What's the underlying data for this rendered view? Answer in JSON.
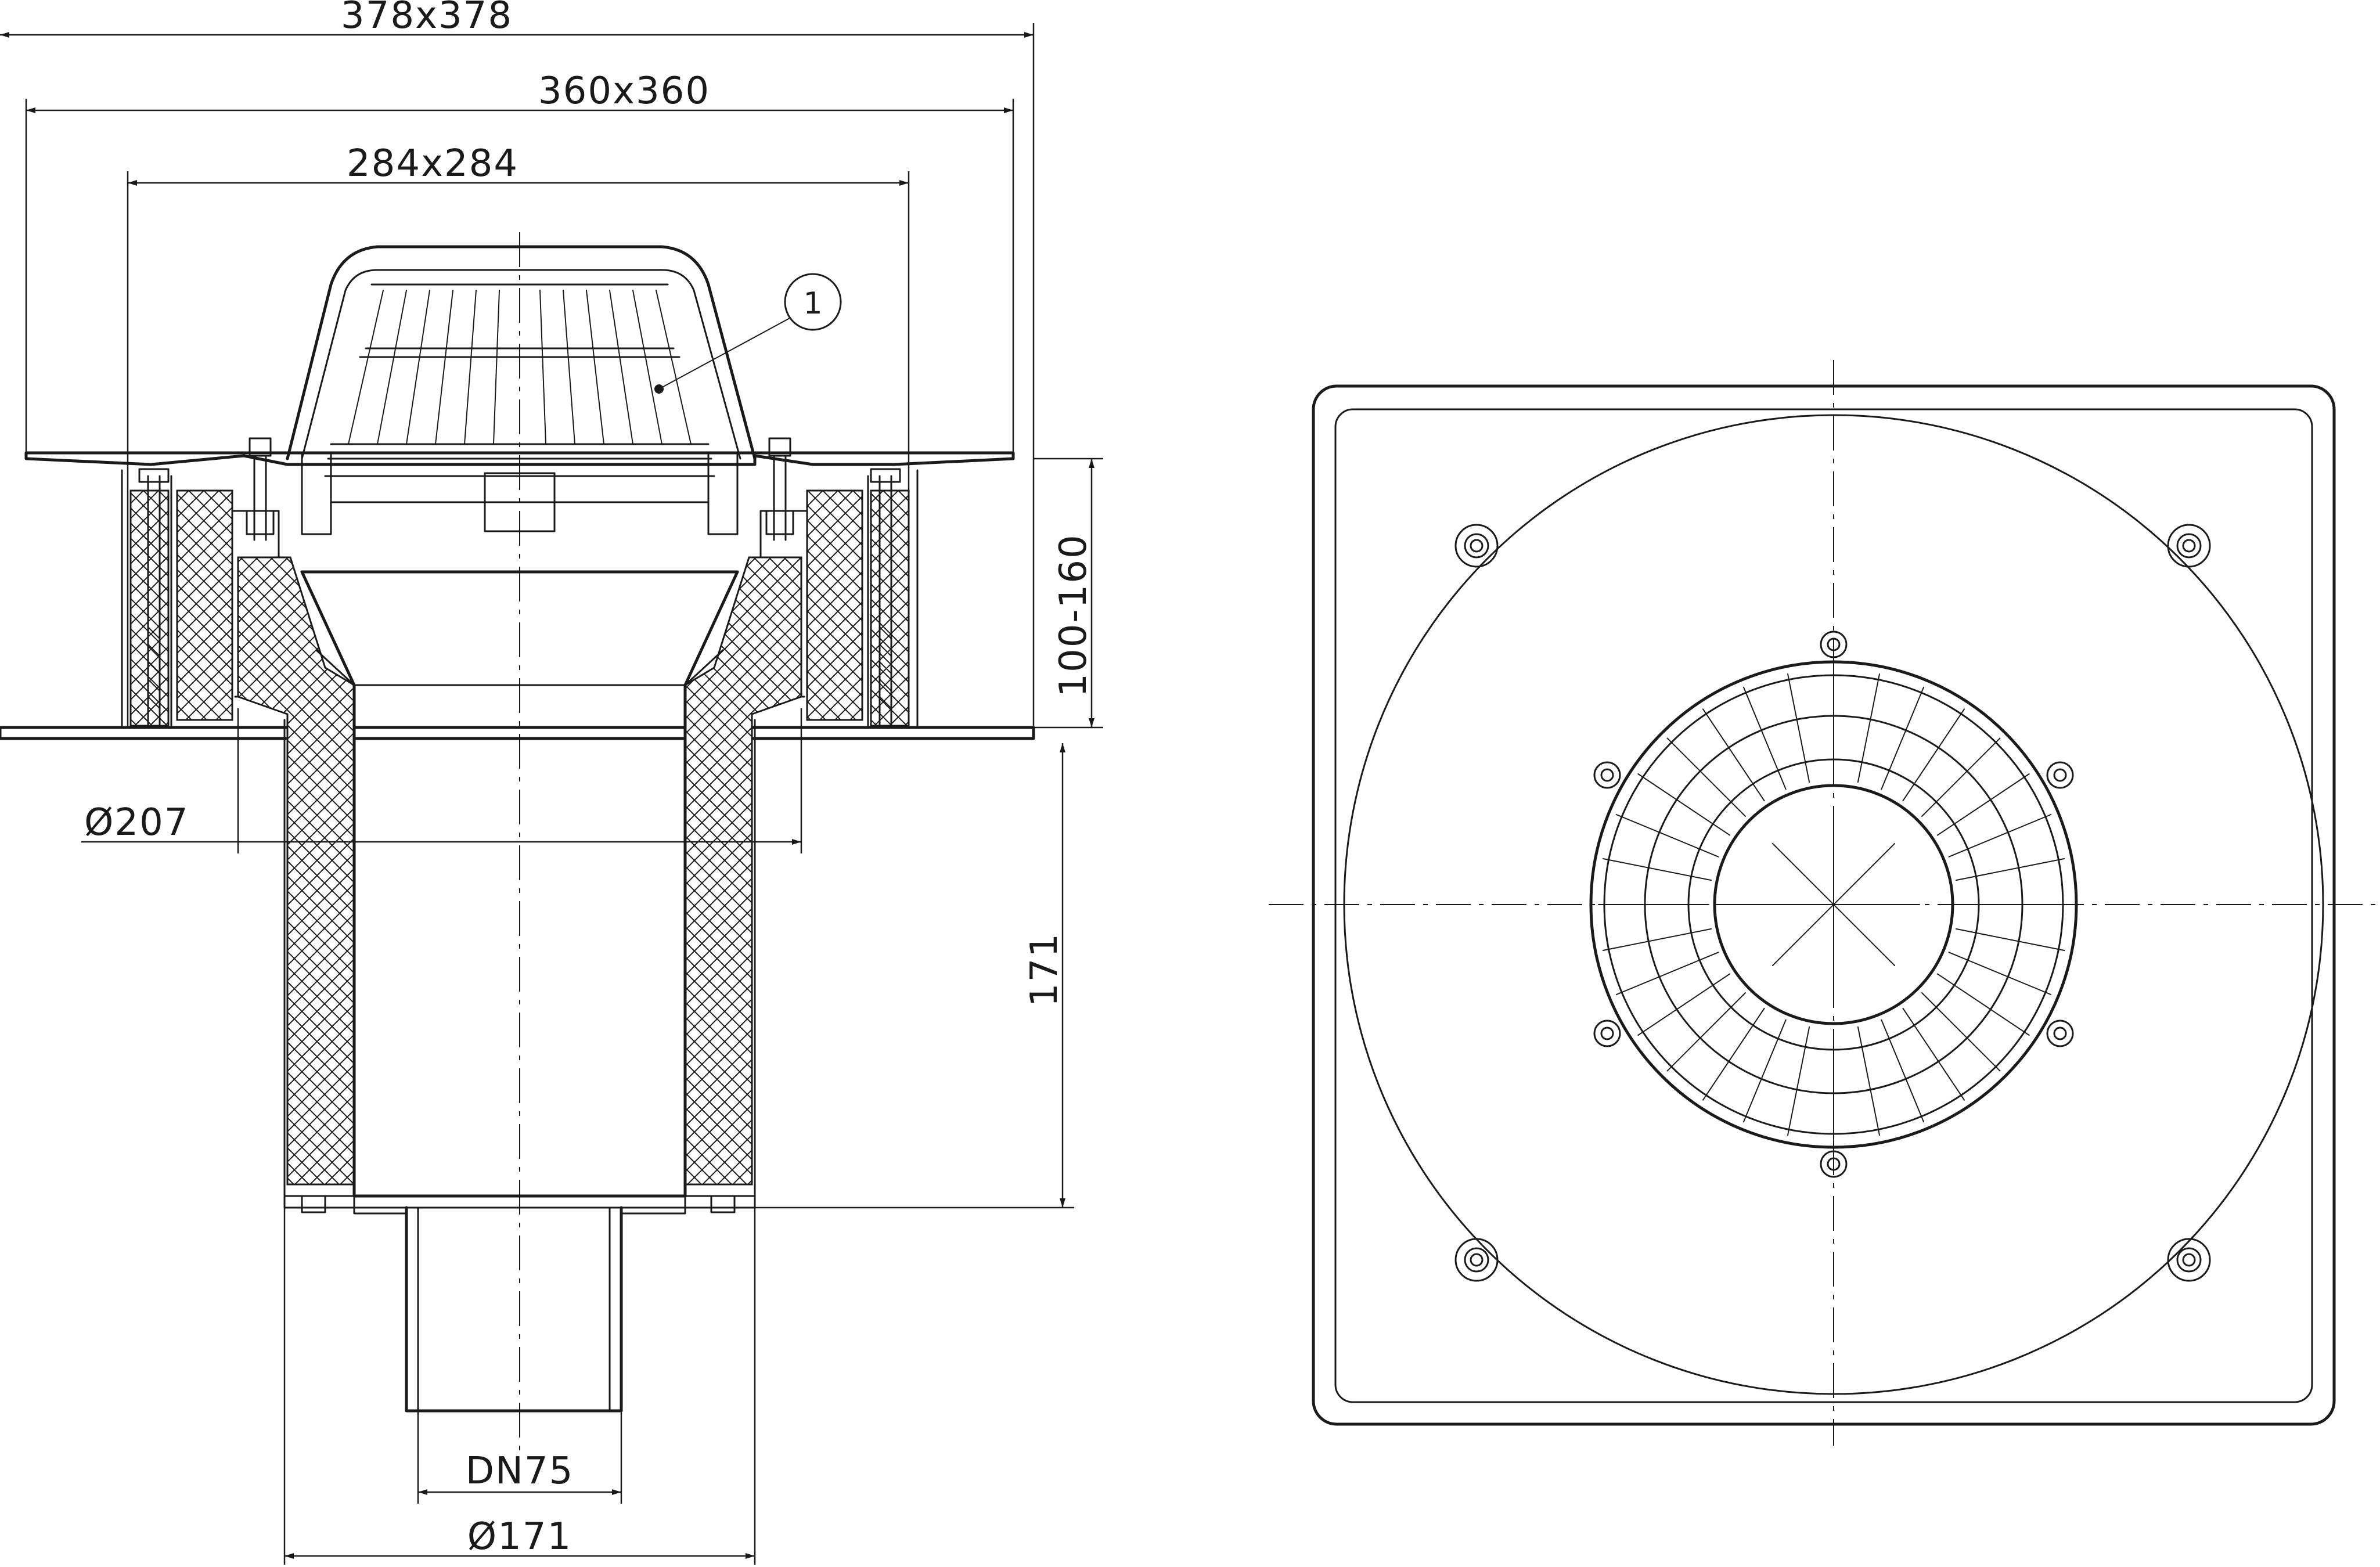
{
  "dimensions": {
    "outer_flange": "378x378",
    "membrane_flange": "360x360",
    "body_square": "284x284",
    "height_range": "100-160",
    "diameter_207": "Ø207",
    "depth": "171",
    "nominal_pipe": "DN75",
    "diameter_171": "Ø171"
  },
  "callout": {
    "label": "1"
  },
  "views": [
    "section-view",
    "plan-view"
  ]
}
